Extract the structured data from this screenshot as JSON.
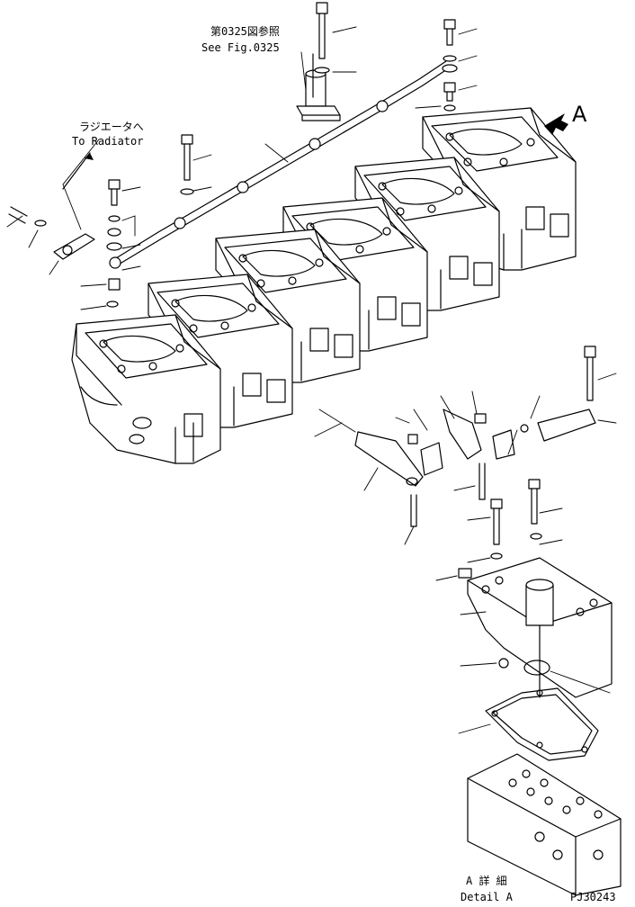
{
  "labels": {
    "ref_fig_jp": "第0325図参照",
    "ref_fig_en": "See Fig.0325",
    "to_radiator_jp": "ラジエータへ",
    "to_radiator_en": "To Radiator",
    "view_arrow": "A",
    "detail_jp": "A 詳 細",
    "detail_en": "Detail A",
    "drawing_code": "PJ30243"
  },
  "icons": {
    "view_arrow": "view-direction-arrow-icon",
    "radiator_arrow": "leader-arrow-icon"
  }
}
